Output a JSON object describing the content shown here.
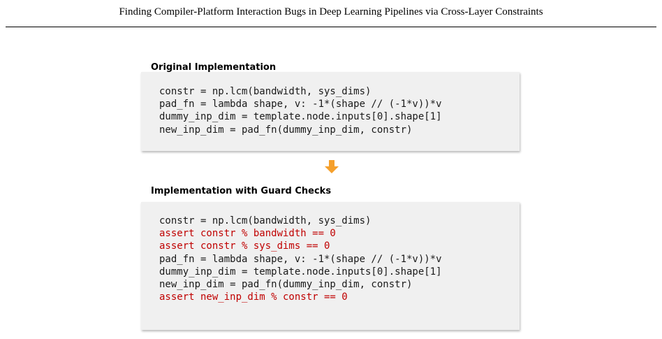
{
  "header": {
    "title": "Finding Compiler-Platform Interaction Bugs in Deep Learning Pipelines via Cross-Layer Constraints"
  },
  "figure": {
    "original": {
      "label": "Original Implementation",
      "lines": [
        {
          "text": "constr = np.lcm(bandwidth, sys_dims)",
          "guard": false
        },
        {
          "text": "pad_fn = lambda shape, v: -1*(shape // (-1*v))*v",
          "guard": false
        },
        {
          "text": "dummy_inp_dim = template.node.inputs[0].shape[1]",
          "guard": false
        },
        {
          "text": "new_inp_dim = pad_fn(dummy_inp_dim, constr)",
          "guard": false
        }
      ]
    },
    "arrow_icon": "down-arrow-icon",
    "arrow_color": "#f5a02c",
    "guard_color": "#c00000",
    "guarded": {
      "label": "Implementation with Guard Checks",
      "lines": [
        {
          "text": "constr = np.lcm(bandwidth, sys_dims)",
          "guard": false
        },
        {
          "text": "assert constr % bandwidth == 0",
          "guard": true
        },
        {
          "text": "assert constr % sys_dims == 0",
          "guard": true
        },
        {
          "text": "pad_fn = lambda shape, v: -1*(shape // (-1*v))*v",
          "guard": false
        },
        {
          "text": "dummy_inp_dim = template.node.inputs[0].shape[1]",
          "guard": false
        },
        {
          "text": "new_inp_dim = pad_fn(dummy_inp_dim, constr)",
          "guard": false
        },
        {
          "text": "assert new_inp_dim % constr == 0",
          "guard": true
        }
      ]
    }
  }
}
